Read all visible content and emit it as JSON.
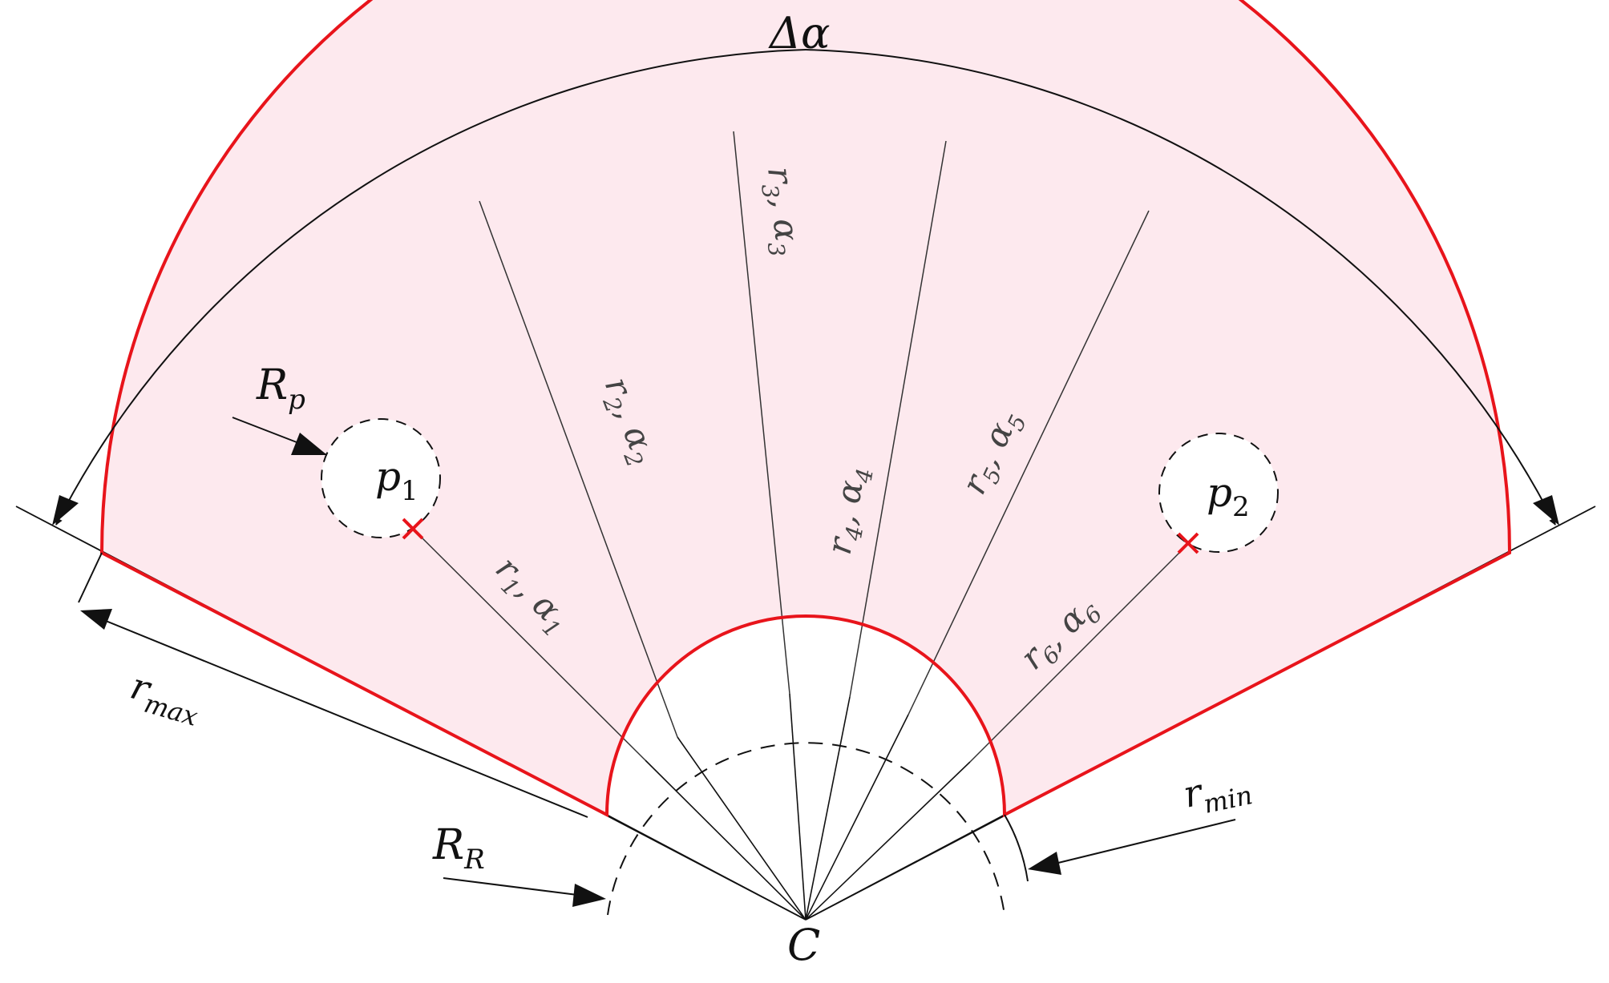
{
  "colors": {
    "sector_fill": "#fde9ee",
    "sector_edge": "#e8141b",
    "ink": "#111111",
    "marker": "#e8141b"
  },
  "labels": {
    "delta_alpha": "Δα",
    "r_max_base": "r",
    "r_max_sub": "max",
    "r_min_base": "r",
    "r_min_sub": "min",
    "R_R_base": "R",
    "R_R_sub": "R",
    "R_p_base": "R",
    "R_p_sub": "p",
    "center": "C",
    "p1_base": "p",
    "p1_sub": "1",
    "p2_base": "p",
    "p2_sub": "2"
  },
  "rays": [
    {
      "r": "r",
      "ri": "1",
      "a": "α",
      "ai": "1"
    },
    {
      "r": "r",
      "ri": "2",
      "a": "α",
      "ai": "2"
    },
    {
      "r": "r",
      "ri": "3",
      "a": "α",
      "ai": "3"
    },
    {
      "r": "r",
      "ri": "4",
      "a": "α",
      "ai": "4"
    },
    {
      "r": "r",
      "ri": "5",
      "a": "α",
      "ai": "5"
    },
    {
      "r": "r",
      "ri": "6",
      "a": "α",
      "ai": "6"
    }
  ]
}
